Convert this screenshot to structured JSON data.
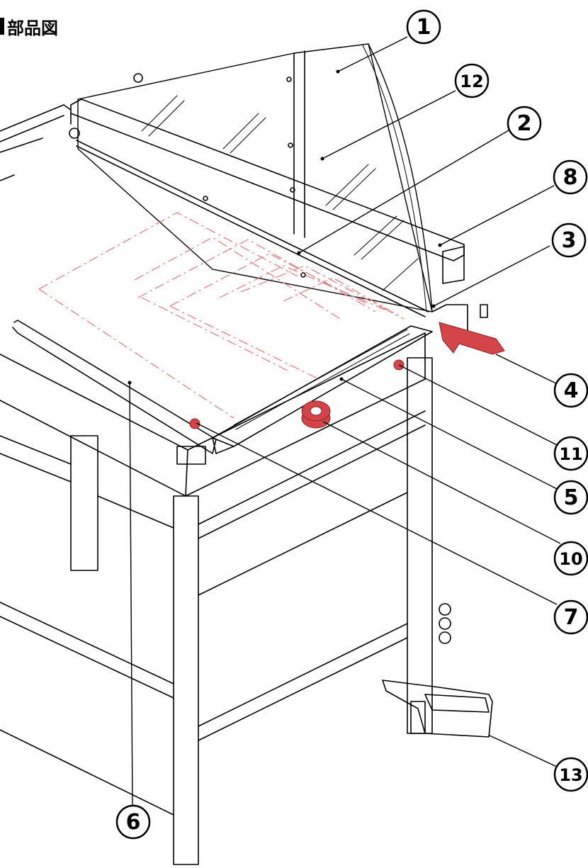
{
  "title": "部品図",
  "colors": {
    "line": "#000000",
    "highlight": "#d4454a",
    "paper_mark": "#e07a7a",
    "background": "#ffffff"
  },
  "callouts": [
    {
      "id": "c1",
      "number": "1"
    },
    {
      "id": "c12",
      "number": "12"
    },
    {
      "id": "c2",
      "number": "2"
    },
    {
      "id": "c8",
      "number": "8"
    },
    {
      "id": "c3",
      "number": "3"
    },
    {
      "id": "c4",
      "number": "4"
    },
    {
      "id": "c11",
      "number": "11"
    },
    {
      "id": "c5",
      "number": "5"
    },
    {
      "id": "c10",
      "number": "10"
    },
    {
      "id": "c7",
      "number": "7"
    },
    {
      "id": "c13",
      "number": "13"
    },
    {
      "id": "c6",
      "number": "6"
    }
  ]
}
